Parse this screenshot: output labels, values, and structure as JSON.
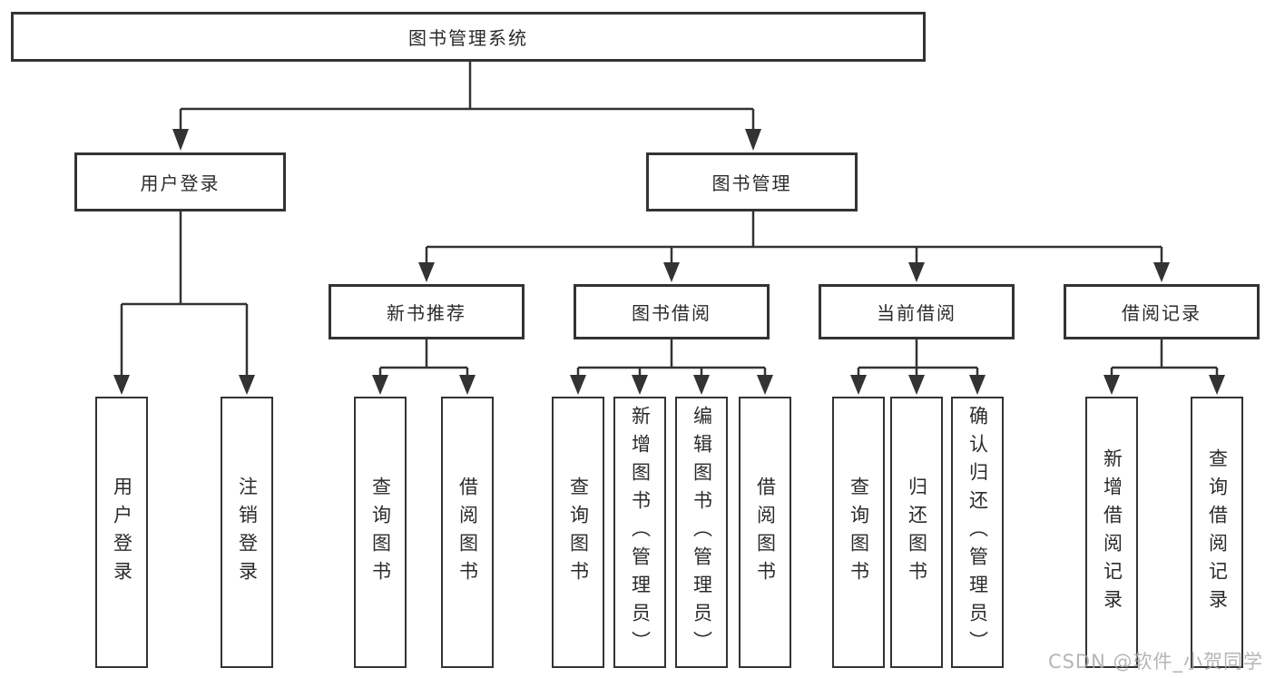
{
  "tree": {
    "root": {
      "label": "图书管理系统"
    },
    "branches": [
      {
        "label": "用户登录",
        "children": [
          {
            "label": "用户登录"
          },
          {
            "label": "注销登录"
          }
        ]
      },
      {
        "label": "图书管理",
        "sections": [
          {
            "label": "新书推荐",
            "children": [
              {
                "label": "查询图书"
              },
              {
                "label": "借阅图书"
              }
            ]
          },
          {
            "label": "图书借阅",
            "children": [
              {
                "label": "查询图书"
              },
              {
                "label": "新增图书（管理员）"
              },
              {
                "label": "编辑图书（管理员）"
              },
              {
                "label": "借阅图书"
              }
            ]
          },
          {
            "label": "当前借阅",
            "children": [
              {
                "label": "查询图书"
              },
              {
                "label": "归还图书"
              },
              {
                "label": "确认归还（管理员）"
              }
            ]
          },
          {
            "label": "借阅记录",
            "children": [
              {
                "label": "新增借阅记录"
              },
              {
                "label": "查询借阅记录"
              }
            ]
          }
        ]
      }
    ]
  },
  "watermark": {
    "text": "CSDN @软件_小贺同学"
  },
  "colors": {
    "line": "#333333",
    "box_border": "#333333",
    "box_fill": "#ffffff",
    "text": "#2b2b2b",
    "watermark": "#a8a8a8",
    "background": "#ffffff"
  }
}
